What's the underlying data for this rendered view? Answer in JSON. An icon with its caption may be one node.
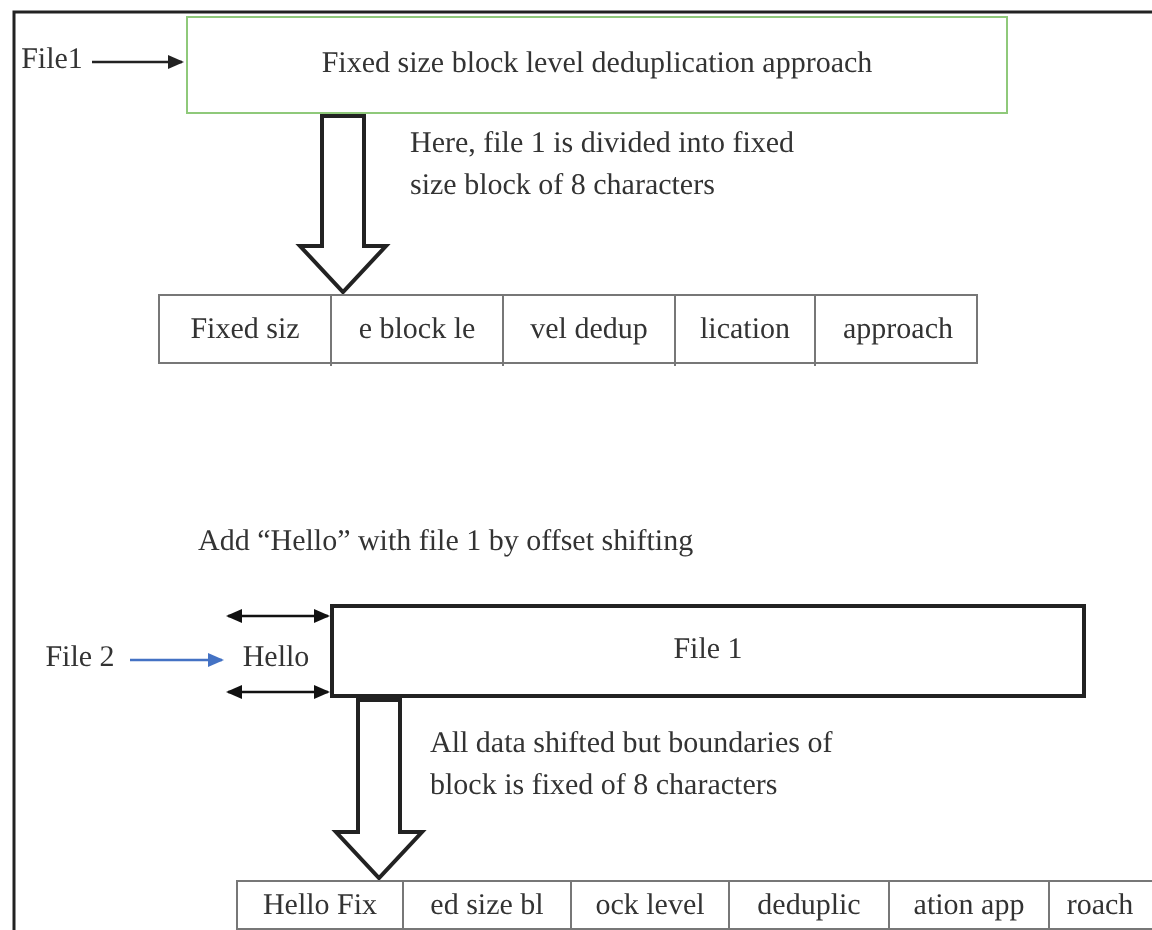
{
  "diagram": {
    "nodes": [
      {
        "text": [
          "File1"
        ]
      },
      {
        "text": [
          "Fixed size block level deduplication approach"
        ]
      },
      {
        "text": [],
        "shape": "box"
      },
      {
        "text": [
          "Fixed siz"
        ],
        "in": 2
      },
      {
        "text": [
          "e block le"
        ],
        "in": 2
      },
      {
        "text": [
          "vel dedup"
        ],
        "in": 2
      },
      {
        "text": [
          "lication"
        ],
        "in": 2
      },
      {
        "text": [
          "approach"
        ],
        "in": 2
      },
      {
        "text": [
          "File 2"
        ]
      },
      {
        "text": [
          "Hello"
        ]
      },
      {
        "text": [
          "File 1"
        ]
      },
      {
        "text": [],
        "shape": "box"
      },
      {
        "text": [
          "Hello Fix"
        ],
        "in": 11
      },
      {
        "text": [
          "ed size bl"
        ],
        "in": 11
      },
      {
        "text": [
          "ock level"
        ],
        "in": 11
      },
      {
        "text": [
          "deduplic"
        ],
        "in": 11
      },
      {
        "text": [
          "ation app"
        ],
        "in": 11
      },
      {
        "text": [
          "roach"
        ],
        "in": 11
      }
    ],
    "edges": [
      {
        "from": 0,
        "to": 1,
        "arrow": "to"
      },
      {
        "from": 1,
        "to": 2,
        "arrow": "to",
        "style": "thick",
        "label": "Here, file 1 is divided into fixed size block of 8 characters"
      },
      {
        "from": 8,
        "to": 9,
        "arrow": "to",
        "color": "#4472c4"
      },
      {
        "from": 10,
        "to": 11,
        "arrow": "to",
        "style": "thick",
        "label": "All data shifted but boundaries of block is fixed of 8 characters"
      }
    ],
    "labels": [
      "Add “Hello” with file 1 by offset shifting"
    ]
  }
}
